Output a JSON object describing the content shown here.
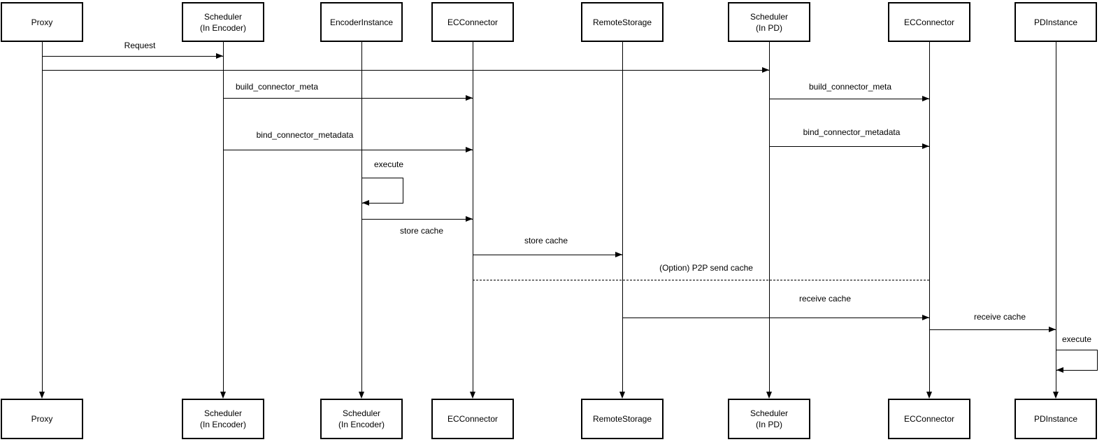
{
  "diagram": {
    "kind": "uml-sequence-diagram",
    "colors": {
      "background": "#ffffff",
      "line": "#000000",
      "text": "#000000"
    }
  },
  "actors": {
    "top": [
      "Proxy",
      "Scheduler\n(In Encoder)",
      "EncoderInstance",
      "ECConnector",
      "RemoteStorage",
      "Scheduler\n(In PD)",
      "ECConnector",
      "PDInstance"
    ],
    "bottom": [
      "Proxy",
      "Scheduler\n(In Encoder)",
      "Scheduler\n(In Encoder)",
      "ECConnector",
      "RemoteStorage",
      "Scheduler\n(In PD)",
      "ECConnector",
      "PDInstance"
    ]
  },
  "messages": [
    {
      "label": "Request",
      "from": "Proxy",
      "to": "Scheduler (In Encoder)",
      "line": "solid"
    },
    {
      "label": "",
      "from": "Proxy",
      "to": "Scheduler (In PD)",
      "line": "solid"
    },
    {
      "label": "build_connector_meta",
      "from": "Scheduler (In Encoder)",
      "to": "ECConnector",
      "line": "solid"
    },
    {
      "label": "build_connector_meta",
      "from": "Scheduler (In PD)",
      "to": "ECConnector",
      "line": "solid"
    },
    {
      "label": "bind_connector_metadata",
      "from": "Scheduler (In Encoder)",
      "to": "ECConnector",
      "line": "solid"
    },
    {
      "label": "bind_connector_metadata",
      "from": "Scheduler (In PD)",
      "to": "ECConnector",
      "line": "solid"
    },
    {
      "label": "execute",
      "from": "EncoderInstance",
      "to": "EncoderInstance",
      "line": "self"
    },
    {
      "label": "store cache",
      "from": "EncoderInstance",
      "to": "ECConnector",
      "line": "solid"
    },
    {
      "label": "store cache",
      "from": "ECConnector",
      "to": "RemoteStorage",
      "line": "solid"
    },
    {
      "label": "(Option) P2P send cache",
      "from": "ECConnector",
      "to": "ECConnector",
      "line": "dashed"
    },
    {
      "label": "receive cache",
      "from": "RemoteStorage",
      "to": "ECConnector",
      "line": "solid"
    },
    {
      "label": "receive cache",
      "from": "ECConnector",
      "to": "PDInstance",
      "line": "solid"
    },
    {
      "label": "execute",
      "from": "PDInstance",
      "to": "PDInstance",
      "line": "self"
    }
  ]
}
